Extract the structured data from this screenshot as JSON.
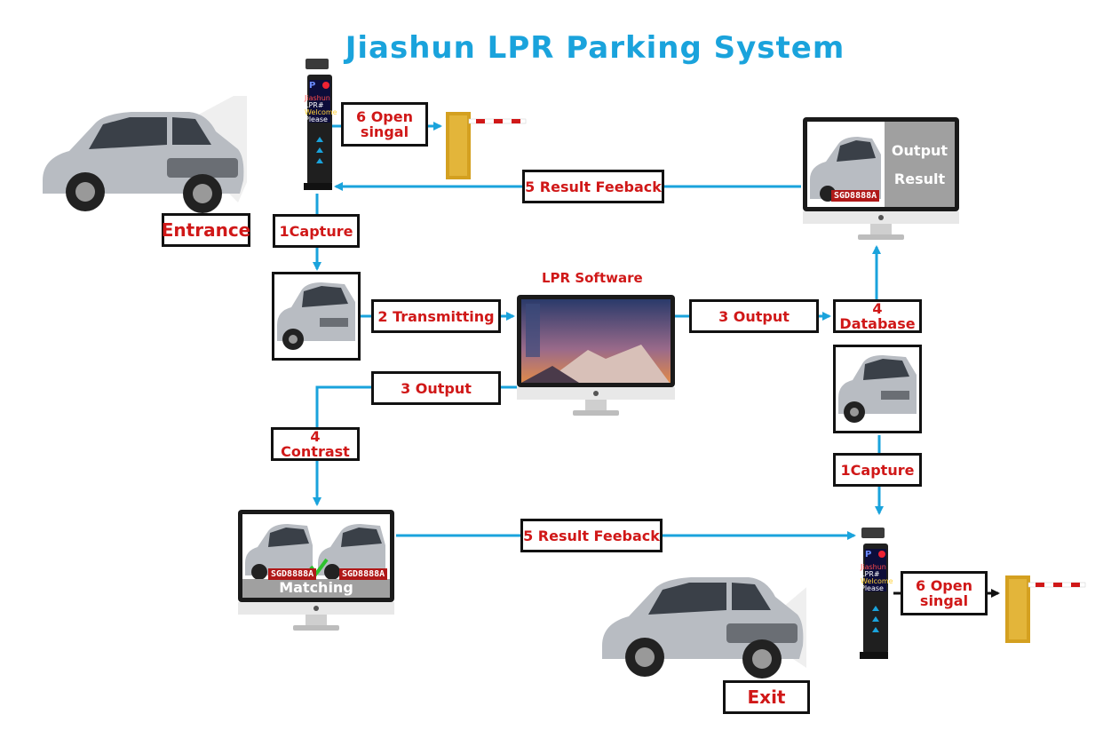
{
  "title": "Jiashun LPR Parking System",
  "labels": {
    "entrance": "Entrance",
    "exit": "Exit",
    "capture_entry": "1Capture",
    "capture_exit": "1Capture",
    "transmitting": "2 Transmitting",
    "output_right": "3 Output",
    "output_left": "3 Output",
    "database": "4 Database",
    "contrast": "4 Contrast",
    "feedback_top": "5 Result Feeback",
    "feedback_bottom": "5 Result Feeback",
    "open_top": "6 Open\nsingal",
    "open_bottom": "6 Open\nsingal"
  },
  "lpr_software": "LPR Software",
  "output_monitor": {
    "line1": "Output",
    "line2": "Result",
    "plate": "SGD8888A"
  },
  "matching_monitor": {
    "label": "Matching",
    "plate_left": "SGD8888A",
    "plate_right": "SGD8888A"
  },
  "pole_screen": {
    "p": "P",
    "lines": [
      "Jiashun",
      "LPR#",
      "Welcome",
      "Please"
    ]
  },
  "colors": {
    "accent": "#1aa3dc",
    "label_text": "#d01818",
    "plate_bg": "#b01818"
  }
}
